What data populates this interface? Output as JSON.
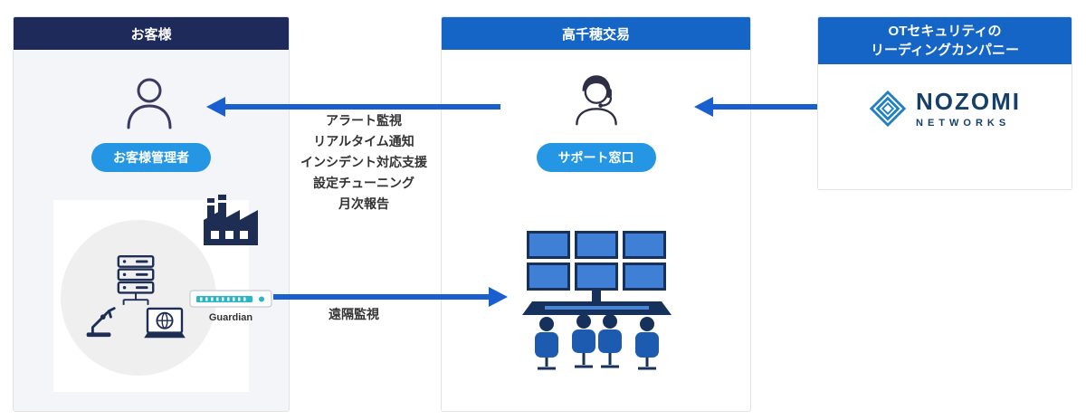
{
  "panels": {
    "customer": {
      "title": "お客様",
      "badge": "お客様管理者",
      "guardian_label": "Guardian"
    },
    "takachiho": {
      "title": "高千穂交易",
      "badge": "サポート窓口"
    },
    "nozomi": {
      "title_line1": "OTセキュリティの",
      "title_line2": "リーディングカンパニー",
      "logo_text": "NOZOMI",
      "logo_subtext": "NETWORKS"
    }
  },
  "annotations": {
    "services": [
      "アラート監視",
      "リアルタイム通知",
      "インシデント対応支援",
      "設定チューニング",
      "月次報告"
    ],
    "remote_monitoring": "遠隔監視"
  },
  "colors": {
    "navy_header": "#1e2b5a",
    "blue_header": "#1565c7",
    "badge_blue": "#2496e4",
    "arrow_blue": "#1a5fd0",
    "illustration_navy": "#1d2d53",
    "logo_blue": "#2080c0"
  }
}
